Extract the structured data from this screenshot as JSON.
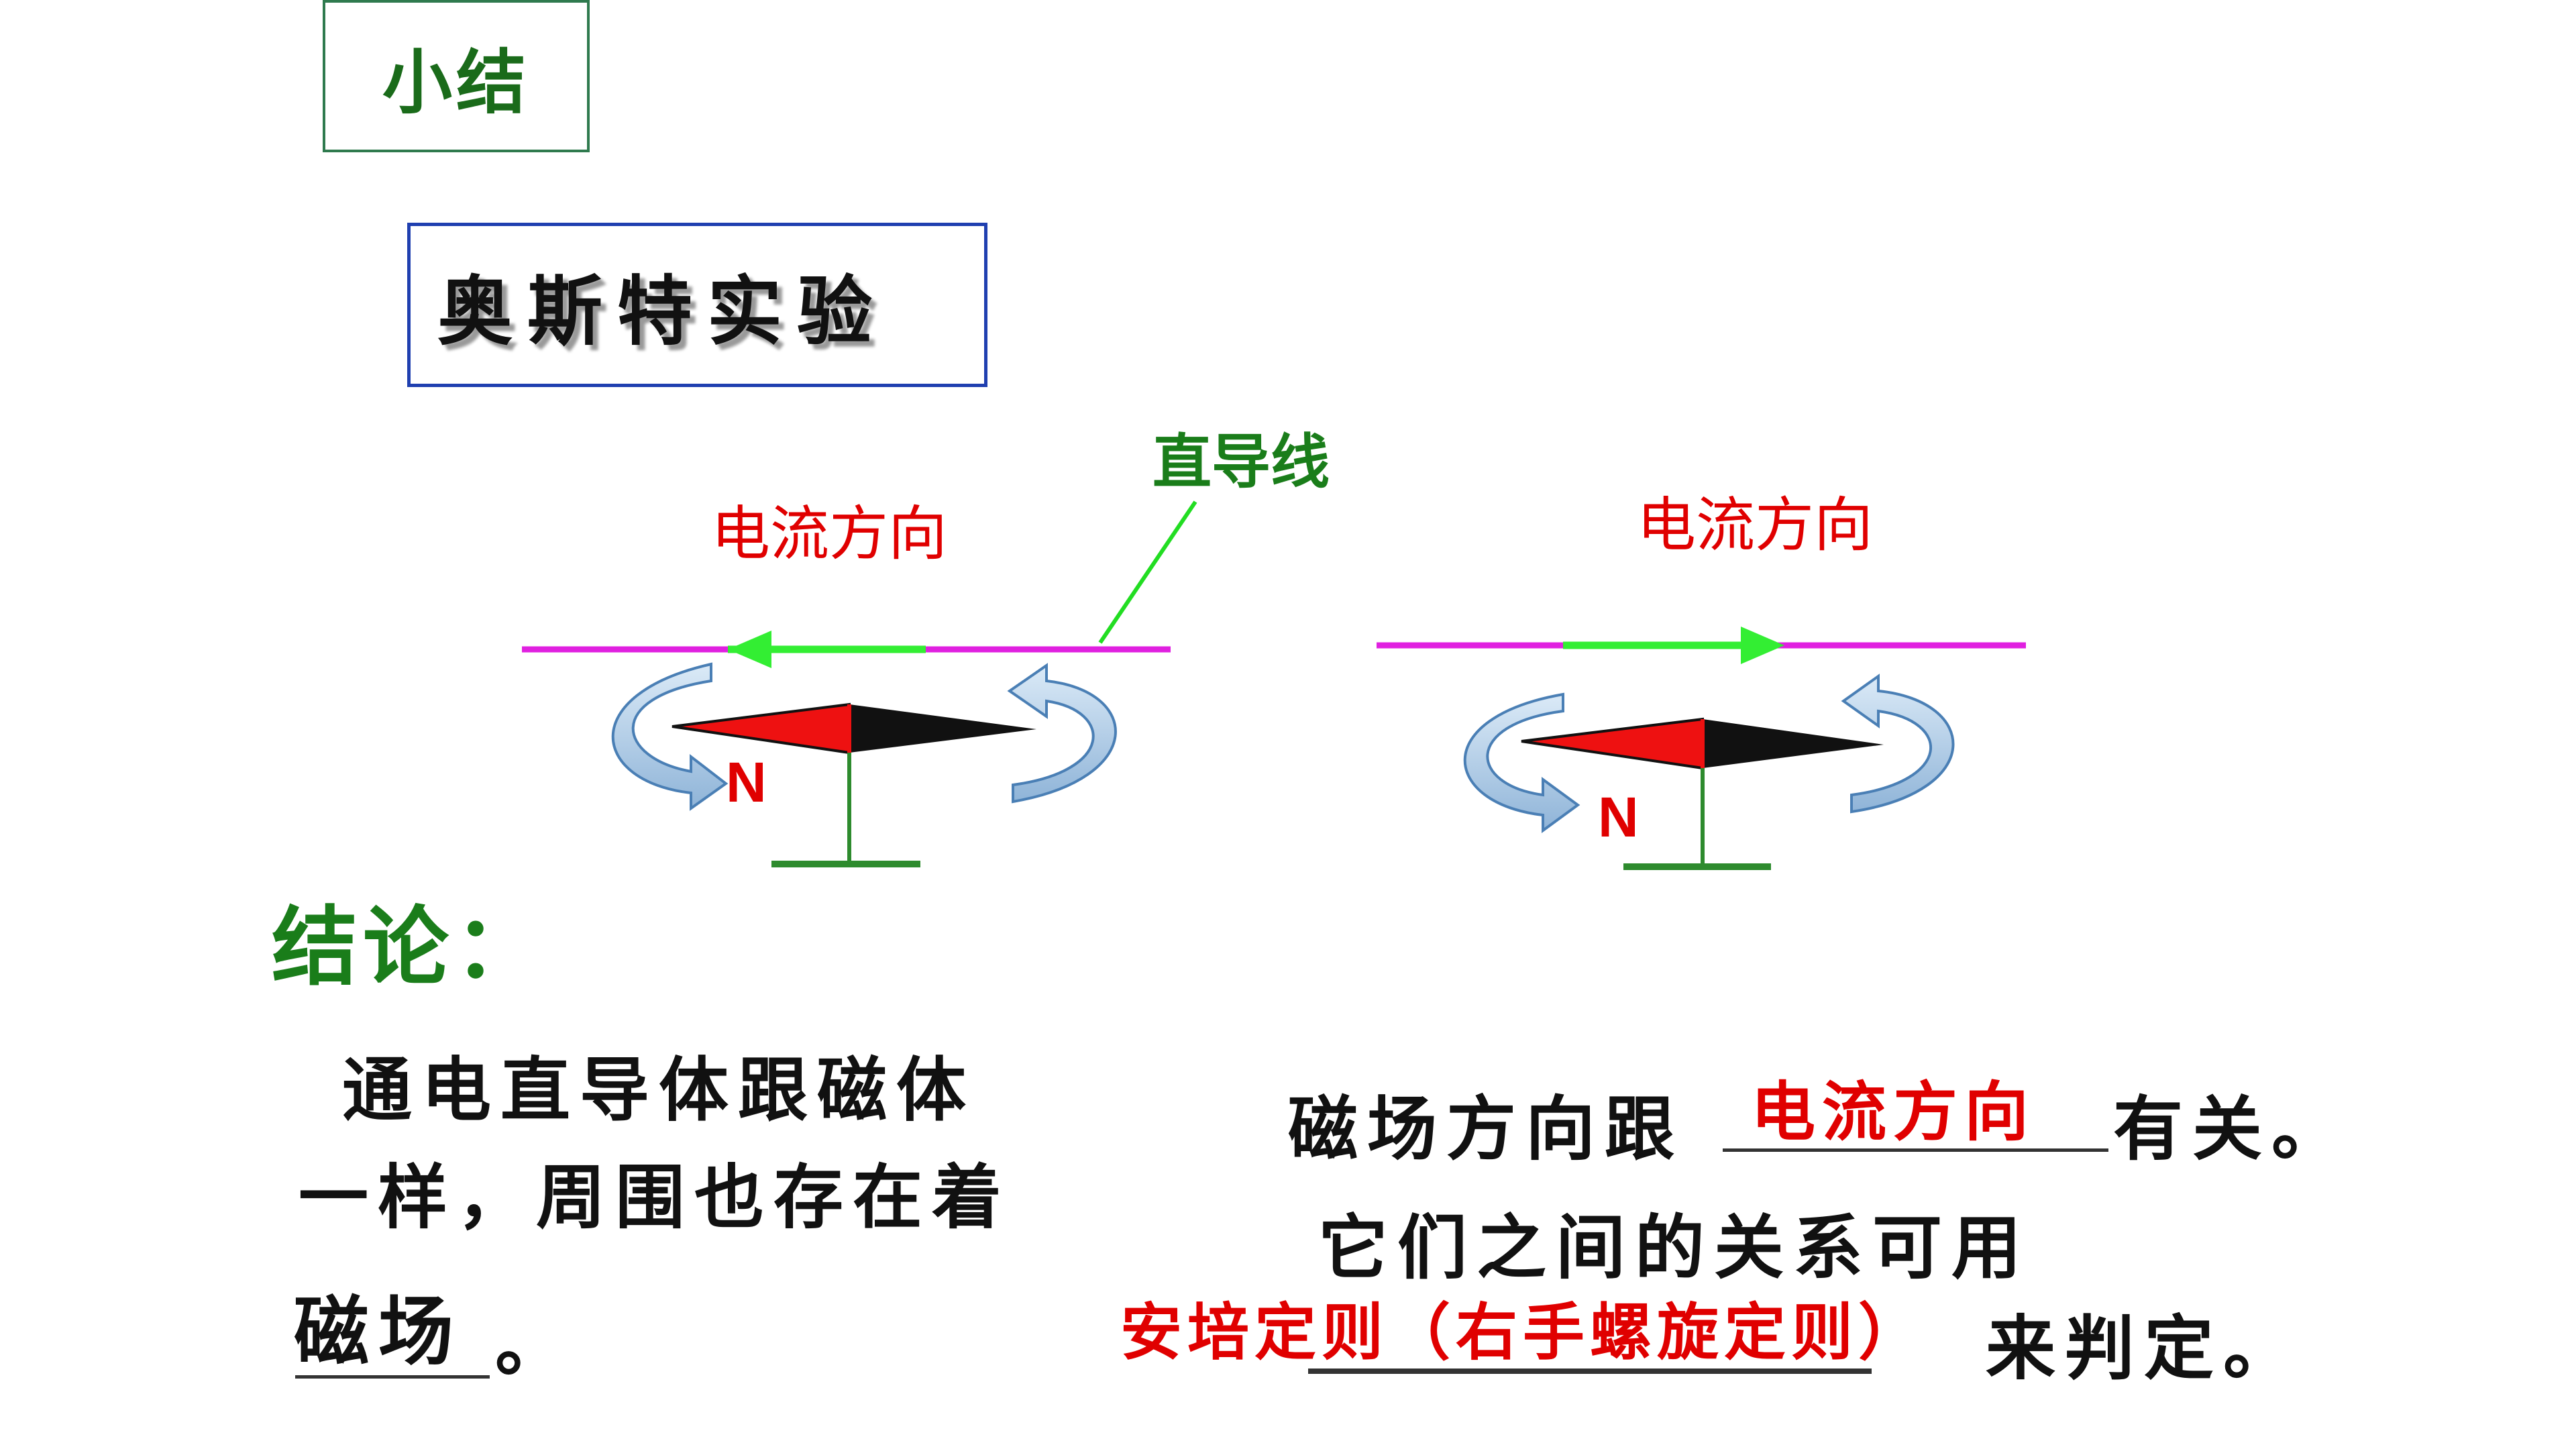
{
  "title": "小结",
  "experiment": "奥斯特实验",
  "diagram": {
    "wire_label": "直导线",
    "left_current_label": "电流方向",
    "right_current_label": "电流方向",
    "left_pole": "N",
    "right_pole": "N"
  },
  "conclusion": {
    "heading": "结论：",
    "left_line1": "通电直导体跟磁体",
    "left_line2": "一样，周围也存在着",
    "left_answer": "磁场",
    "left_end": "。",
    "right_line1_prefix": "磁场方向跟",
    "right_answer1": "电流方向",
    "right_line1_suffix": "有关。",
    "right_line2": "它们之间的关系可用",
    "right_answer2": "安培定则（右手螺旋定则）",
    "right_line3_suffix": "来判定。"
  },
  "colors": {
    "title_green": "#1a6b1a",
    "answer_red": "#e00000",
    "wire_magenta": "#e020e0",
    "current_green": "#33ee33",
    "stand_green": "#2e8b2e"
  }
}
